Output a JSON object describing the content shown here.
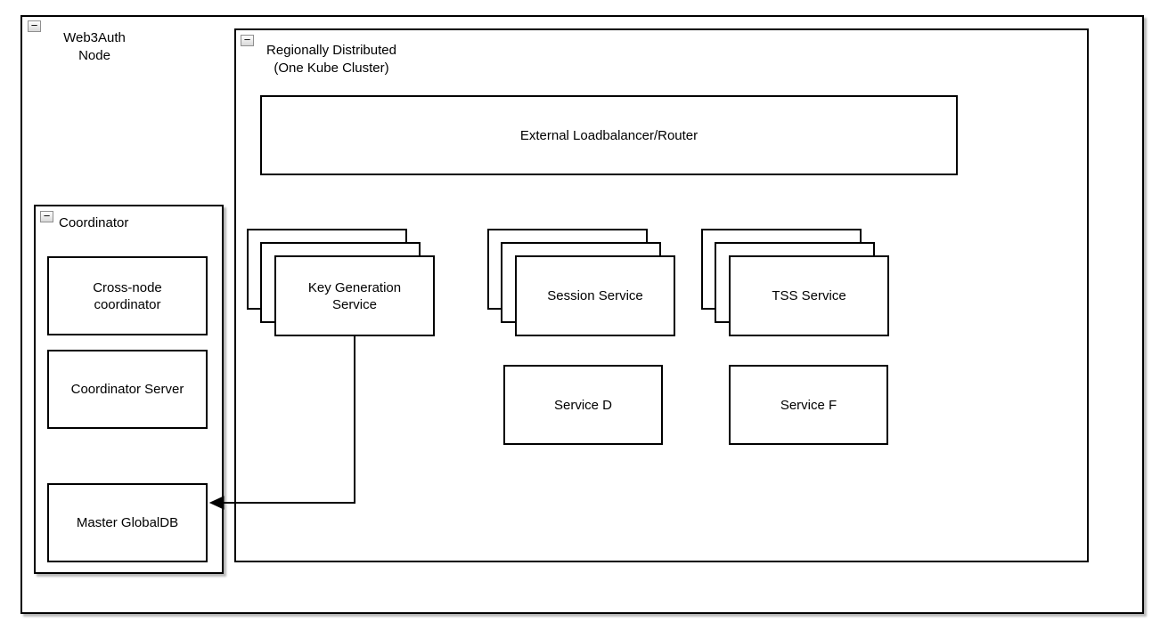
{
  "diagram": {
    "web3auth_container": {
      "label": "Web3Auth\nNode"
    },
    "regional_container": {
      "label": "Regionally Distributed\n(One Kube Cluster)"
    },
    "loadbalancer": {
      "label": "External Loadbalancer/Router"
    },
    "stacks": [
      {
        "label": "Key Generation\nService"
      },
      {
        "label": "Session Service"
      },
      {
        "label": "TSS Service"
      }
    ],
    "services": [
      {
        "label": "Service D"
      },
      {
        "label": "Service F"
      }
    ],
    "coordinator": {
      "label": "Coordinator",
      "children": [
        {
          "label": "Cross-node\ncoordinator"
        },
        {
          "label": "Coordinator Server"
        },
        {
          "label": "Master GlobalDB"
        }
      ]
    },
    "icons": {
      "collapse_glyph": "−"
    },
    "colors": {
      "border": "#000000",
      "fill": "#ffffff",
      "shadow": "rgba(0,0,0,0.28)",
      "collapse_icon_border": "#8f8f8f"
    }
  }
}
